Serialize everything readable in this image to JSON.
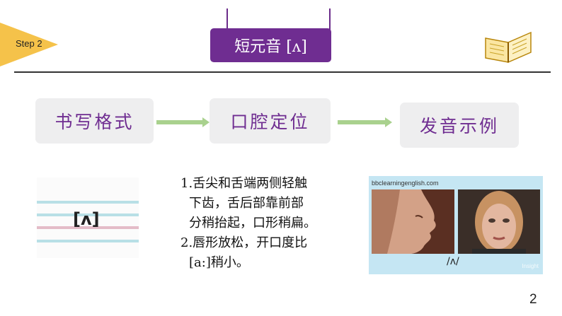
{
  "step_badge": {
    "label": "Step 2"
  },
  "title": "短元音 [ʌ]",
  "steps": [
    {
      "label": "书写格式"
    },
    {
      "label": "口腔定位"
    },
    {
      "label": "发音示例"
    }
  ],
  "phoneme_card": {
    "symbol": "[ʌ]"
  },
  "description": {
    "lines": [
      "1.舌尖和舌端两侧轻触",
      "下齿，舌后部靠前部",
      "分稍抬起，口形稍扁。",
      "2.唇形放松，开口度比",
      "[a:]稍小。"
    ]
  },
  "video": {
    "url": "bbclearningenglish.com",
    "ipa": "/ʌ/",
    "watermark": "Insight"
  },
  "page_number": "2",
  "colors": {
    "accent_purple": "#6f2d91",
    "badge_yellow": "#f5c24a",
    "arrow_green": "#a9d18e",
    "box_gray": "#eeeeef",
    "video_bg": "#c5e6f3"
  }
}
